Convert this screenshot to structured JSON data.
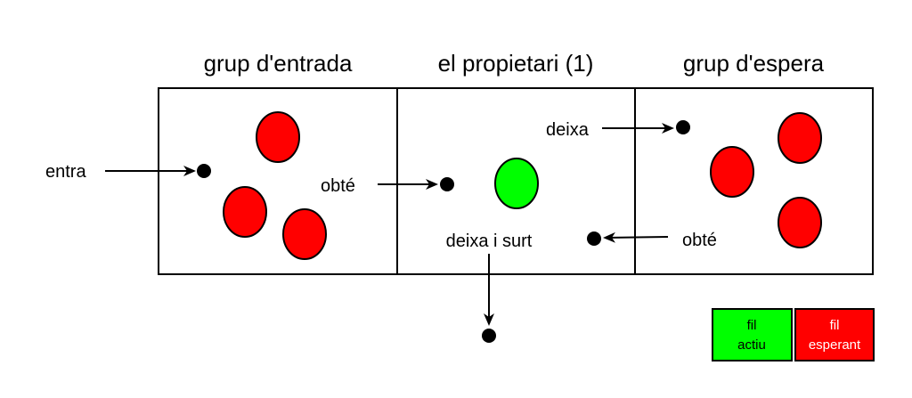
{
  "diagram": {
    "titles": {
      "entry": "grup d'entrada",
      "owner": "el propietari (1)",
      "wait": "grup d'espera"
    },
    "labels": {
      "enter": "entra",
      "obtains_entry": "obté",
      "leaves": "deixa",
      "leaves_exit": "deixa i surt",
      "obtains_wait": "obté"
    },
    "legend": {
      "active_line1": "fil",
      "active_line2": "actiu",
      "waiting_line1": "fil",
      "waiting_line2": "esperant"
    },
    "colors": {
      "waiting_thread": "#ff0000",
      "active_thread": "#00ff00",
      "stroke": "#000000"
    },
    "counts": {
      "owner_capacity": 1,
      "entry_waiting_threads": 3,
      "wait_set_threads": 3
    }
  }
}
